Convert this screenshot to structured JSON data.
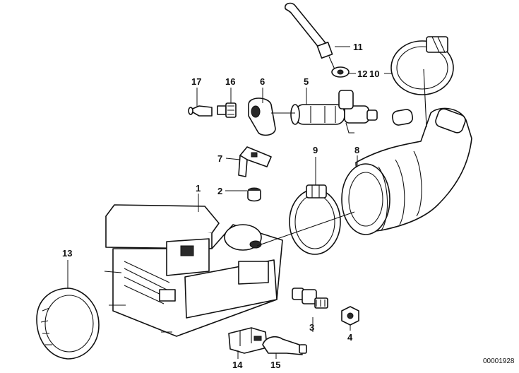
{
  "callouts": {
    "c1": "1",
    "c2": "2",
    "c3": "3",
    "c4": "4",
    "c5": "5",
    "c6": "6",
    "c7": "7",
    "c8": "8",
    "c9": "9",
    "c10": "10",
    "c11": "11",
    "c12": "12",
    "c13": "13",
    "c14": "14",
    "c15": "15",
    "c16": "16",
    "c17": "17"
  },
  "reference_number": "00001928"
}
